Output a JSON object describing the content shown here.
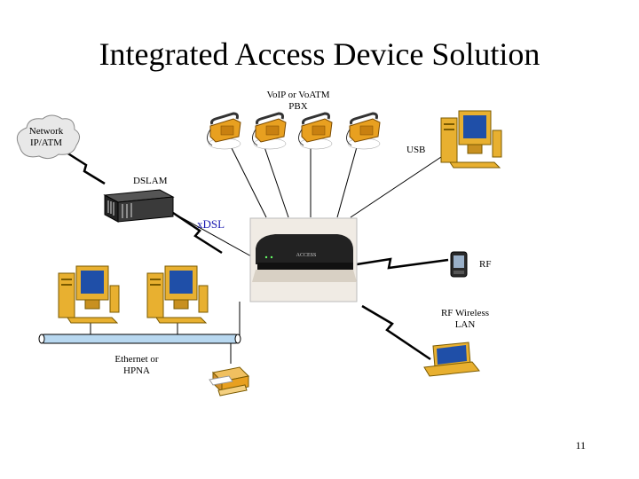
{
  "title": "Integrated Access Device Solution",
  "labels": {
    "pbx_line1": "VoIP or VoATM",
    "pbx_line2": "PBX",
    "network_line1": "Network",
    "network_line2": "IP/ATM",
    "usb": "USB",
    "dslam": "DSLAM",
    "xdsl": "xDSL",
    "rf": "RF",
    "rf_wireless_line1": "RF Wireless",
    "rf_wireless_line2": "LAN",
    "ethernet_line1": "Ethernet or",
    "ethernet_line2": "HPNA",
    "device_brand": "ACCESS"
  },
  "page_number": "11",
  "colors": {
    "ethernet_bus": "#b8d8f0",
    "phone": "#e8a020",
    "monitor_screen": "#1f4fa8",
    "computer_case": "#e8b030",
    "cloud": "#e8e8e8"
  },
  "icons": [
    "cloud-icon",
    "phone-icon",
    "computer-icon",
    "dslam-icon",
    "router-icon",
    "pda-icon",
    "laptop-icon",
    "printer-icon"
  ]
}
